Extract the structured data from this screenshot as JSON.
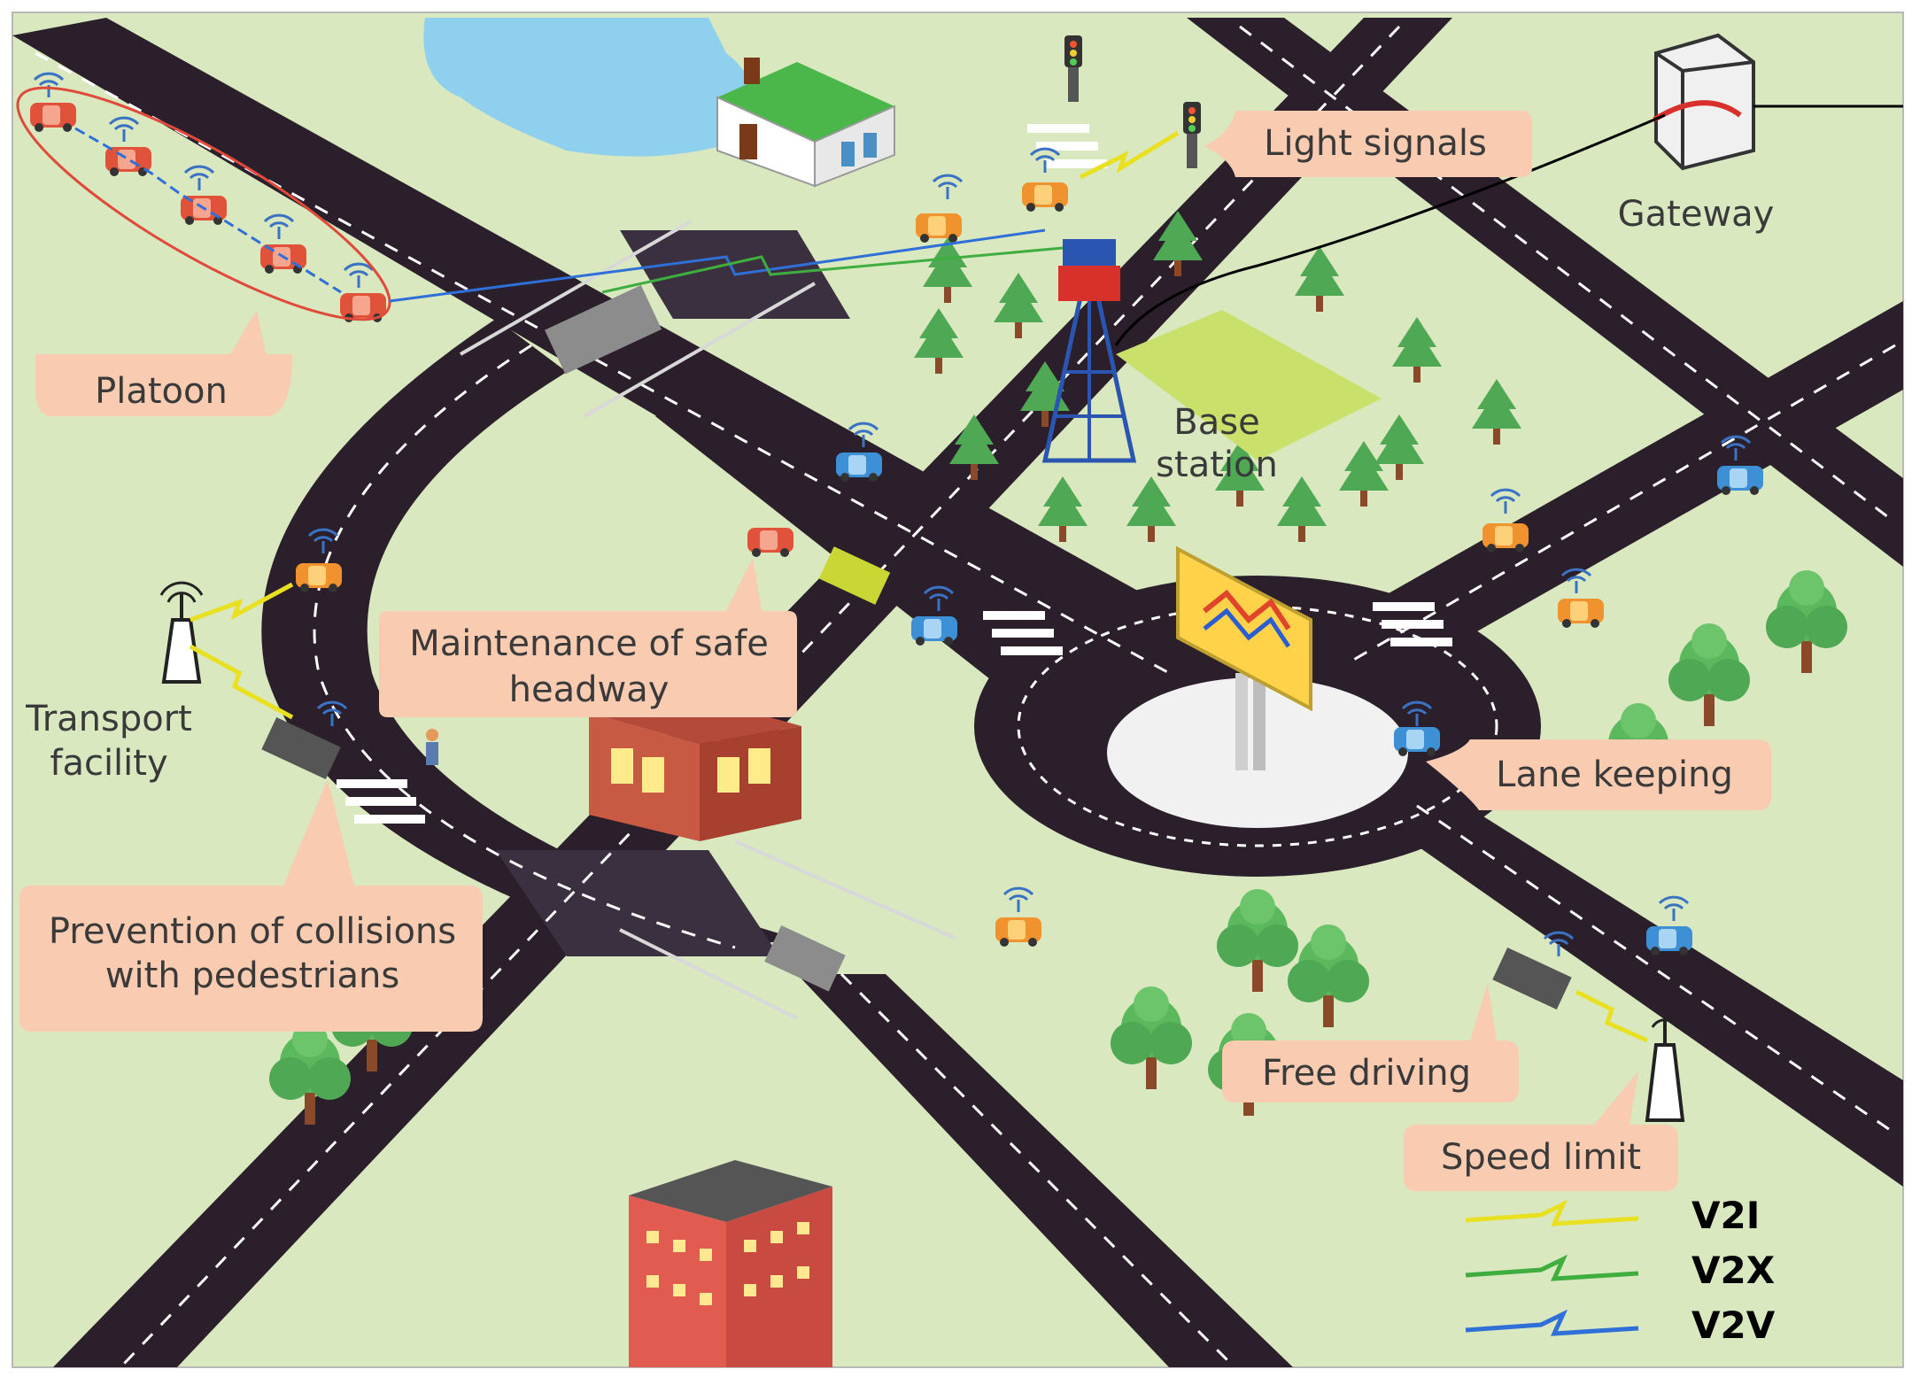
{
  "labels": {
    "platoon": "Platoon",
    "light_signals": "Light signals",
    "gateway": "Gateway",
    "base_station_line1": "Base",
    "base_station_line2": "station",
    "transport_facility_line1": "Transport",
    "transport_facility_line2": "facility",
    "safe_headway_line1": "Maintenance of safe",
    "safe_headway_line2": "headway",
    "lane_keeping": "Lane keeping",
    "pedestrians_line1": "Prevention of collisions",
    "pedestrians_line2": "with pedestrians",
    "free_driving": "Free driving",
    "speed_limit": "Speed limit"
  },
  "legend": [
    {
      "label": "V2I",
      "color": "#e8e020"
    },
    {
      "label": "V2X",
      "color": "#3fae3f"
    },
    {
      "label": "V2V",
      "color": "#2f6fd8"
    }
  ],
  "colors": {
    "grass": "#d9e8bf",
    "road": "#2a1f2a",
    "callout": "#f9cbb0",
    "water": "#8fd0ee",
    "tree": "#55b05a",
    "trunk": "#8a4a2a"
  },
  "icons": [
    "car-icon",
    "truck-icon",
    "tower-icon",
    "antenna-icon",
    "gateway-icon",
    "house-icon",
    "building-icon",
    "billboard-icon",
    "tree-icon",
    "traffic-light-icon"
  ]
}
